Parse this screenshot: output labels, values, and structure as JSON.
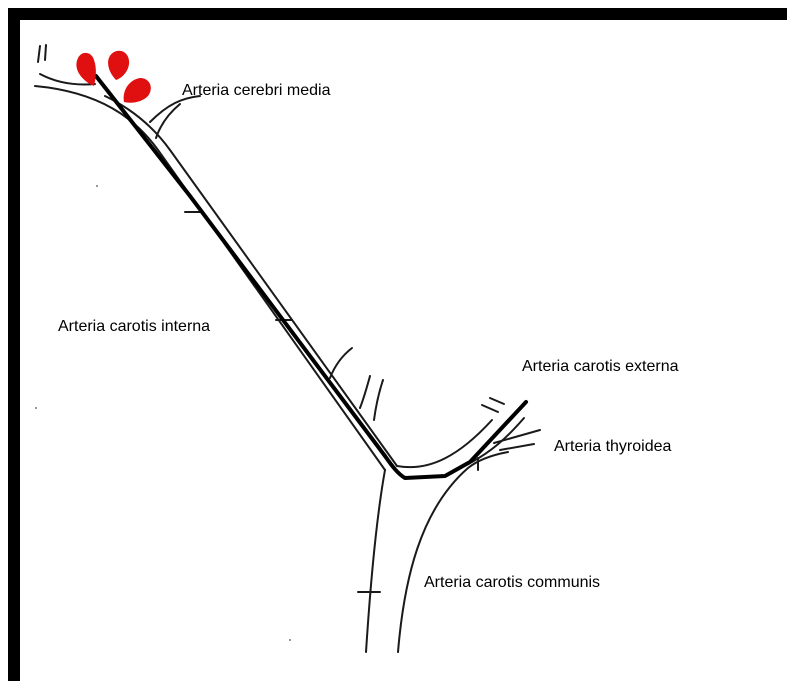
{
  "labels": {
    "cerebri_media": "Arteria cerebri media",
    "carotis_interna": "Arteria carotis interna",
    "carotis_externa": "Arteria carotis externa",
    "thyroidea": "Arteria thyroidea",
    "carotis_communis": "Arteria carotis communis"
  },
  "colors": {
    "vessel": "#1a1a1a",
    "catheter": "#000000",
    "marker": "#e01010",
    "frame": "#000000",
    "background": "#ffffff"
  }
}
